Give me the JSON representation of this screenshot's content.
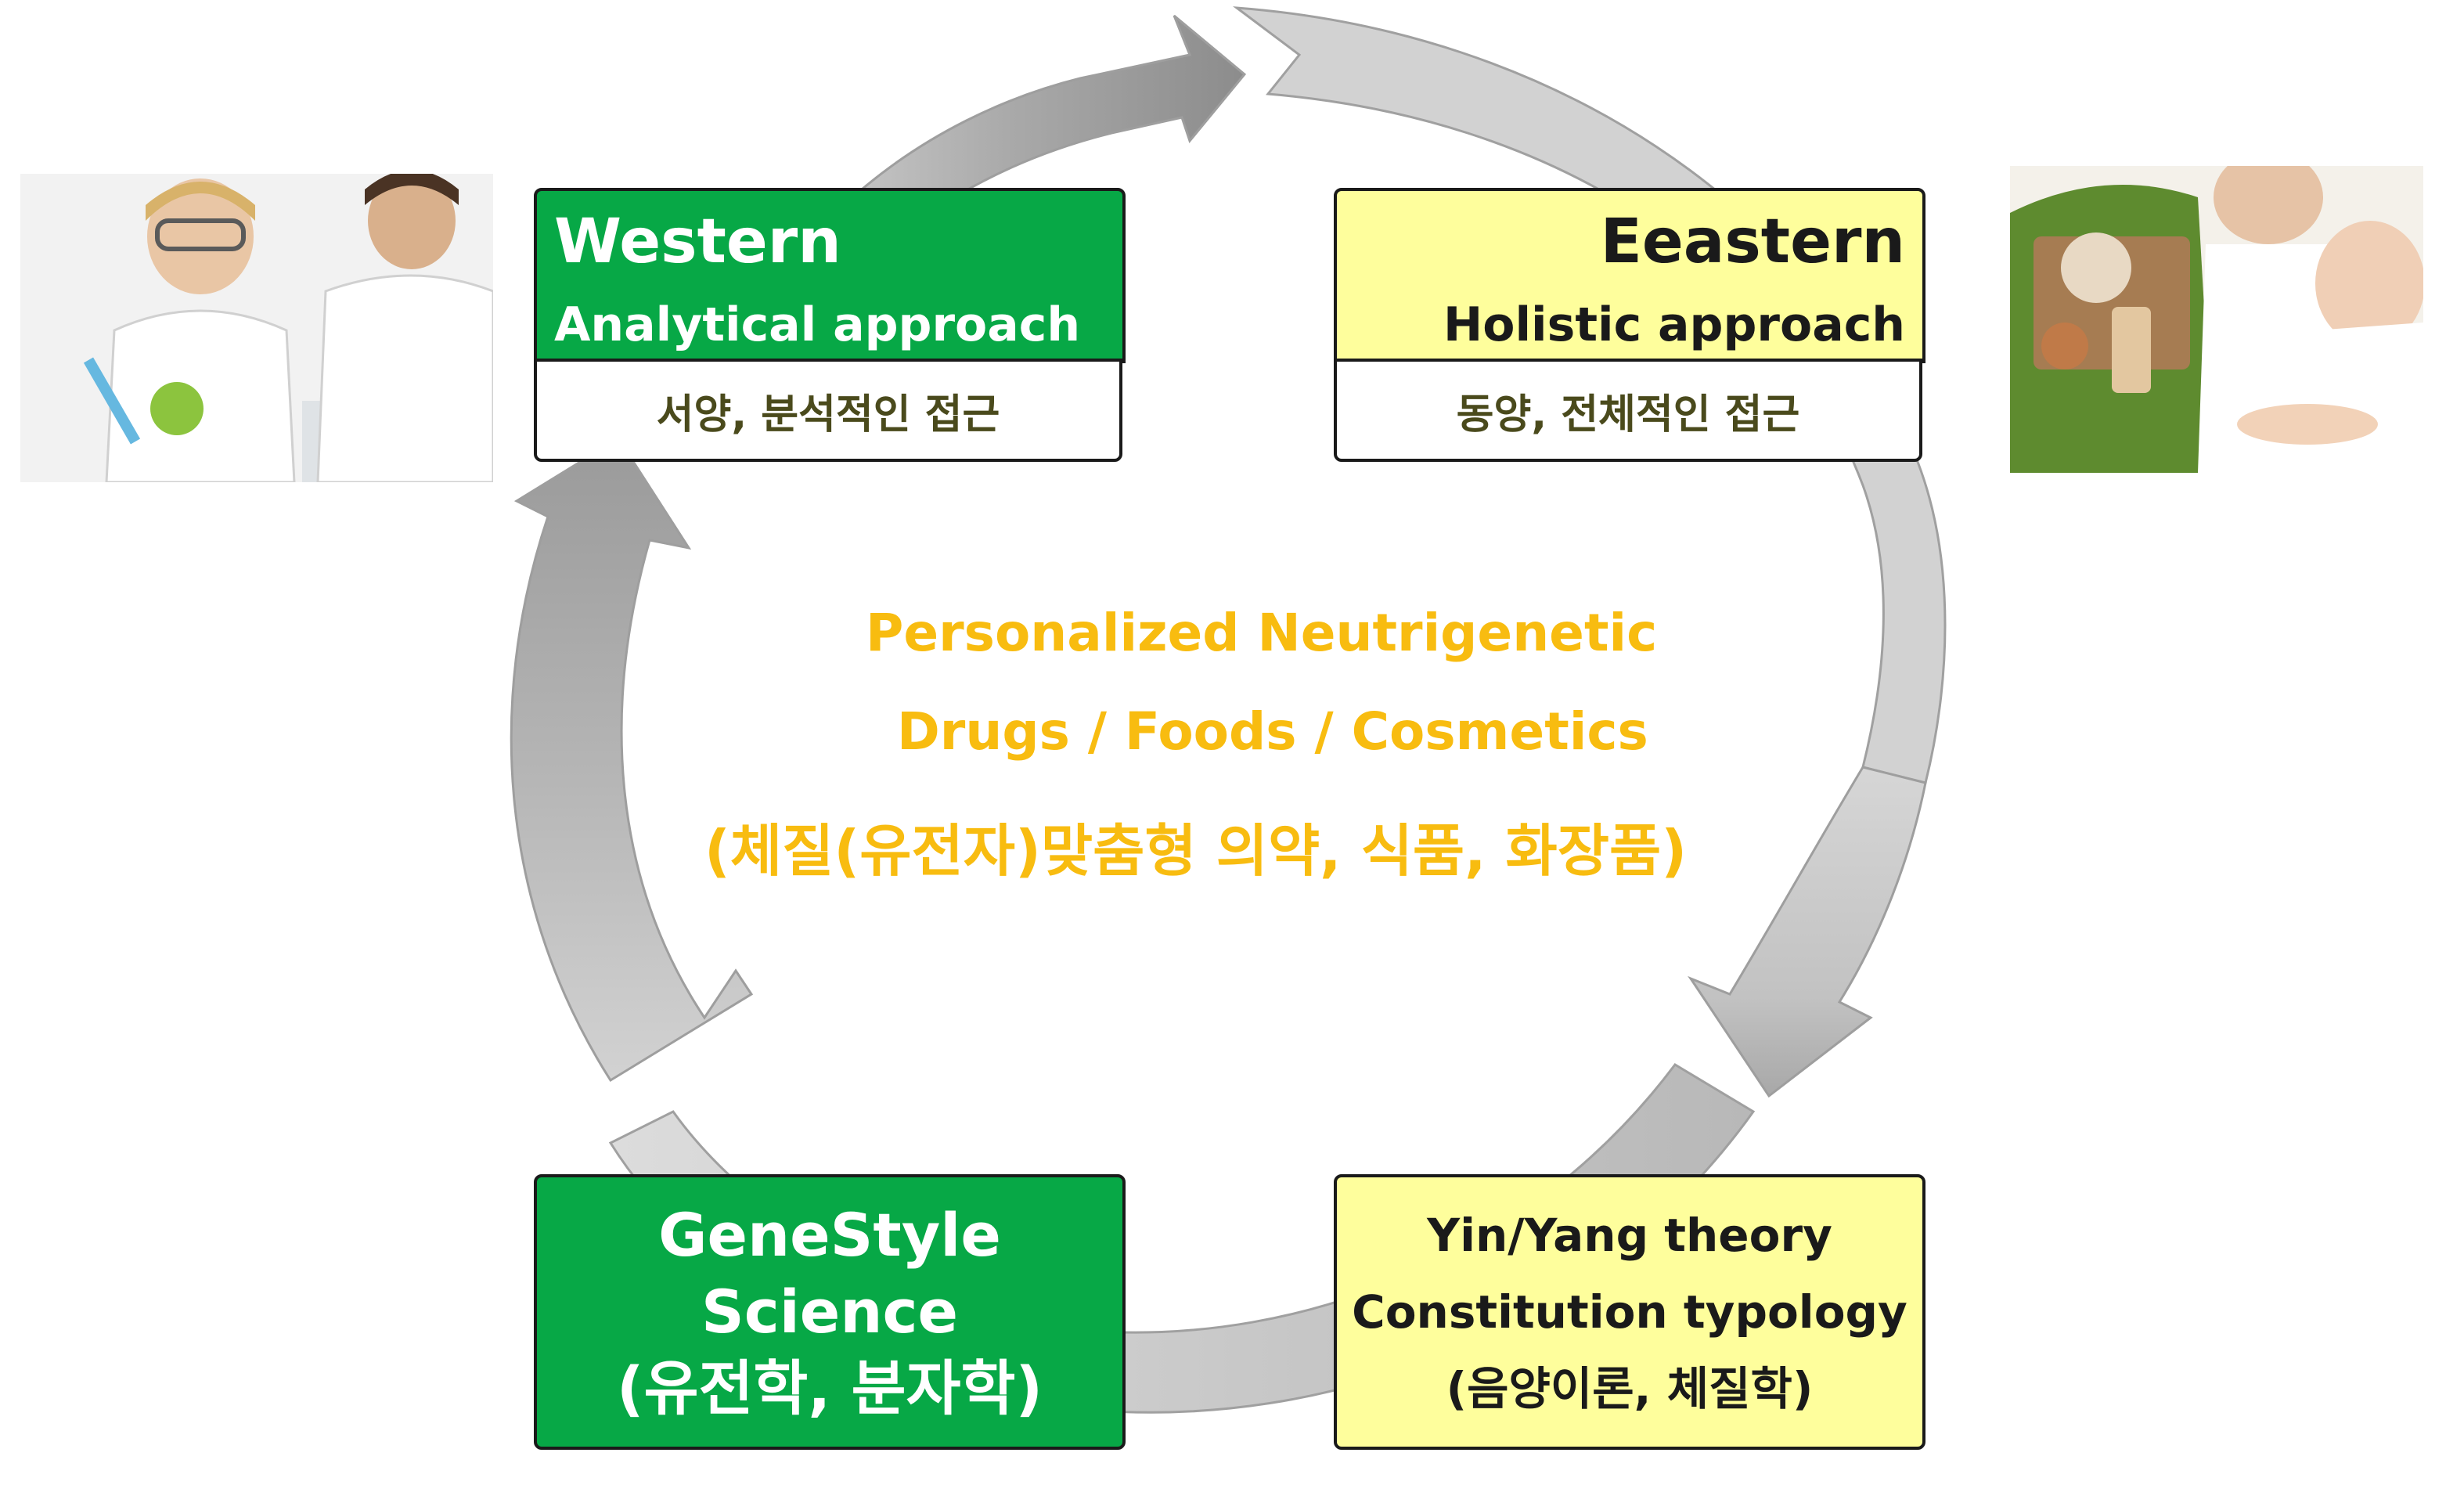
{
  "western": {
    "title": "Western",
    "approach": "Analytical  approach",
    "korean": "서양, 분석적인  접근"
  },
  "eastern": {
    "title": "Eeastern",
    "approach": "Holistic  approach",
    "korean": "동양, 전체적인  접근"
  },
  "center": {
    "line1": "Personalized Neutrigenetic",
    "line2": "Drugs / Foods / Cosmetics",
    "line3": "(체질(유전자)맞춤형 의약, 식품, 화장품)"
  },
  "genestyle": {
    "line1": "GeneStyle",
    "line2": "Science",
    "line3": "(유전학, 분자학)"
  },
  "yinyang": {
    "line1": "Yin/Yang theory",
    "line2": "Constitution typology",
    "line3": "(음양이론, 체질학)"
  },
  "colors": {
    "green_box": "#07a846",
    "yellow_box": "#fefe9c",
    "center_text": "#f8bc10",
    "cycle_arrows": "#c8c8c8"
  },
  "icons": {
    "western_photo": "laboratory-scientists-photo",
    "eastern_photo": "spa-herbal-treatment-photo",
    "cycle": "circular-cycle-arrows"
  }
}
